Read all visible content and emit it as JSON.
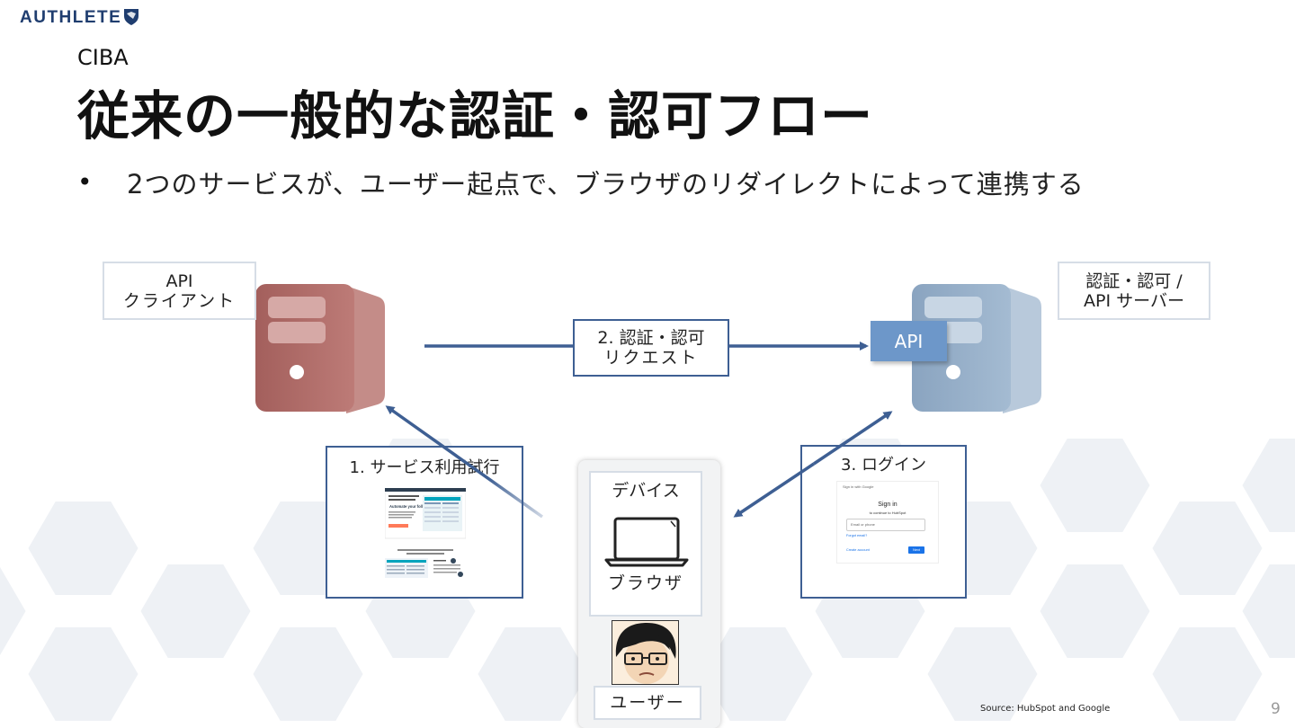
{
  "logo": {
    "text": "AUTHLETE"
  },
  "slide": {
    "kicker": "CIBA",
    "title": "従来の一般的な認証・認可フロー",
    "bullet_marker": "•",
    "bullet": "2つのサービスが、ユーザー起点で、ブラウザのリダイレクトによって連携する"
  },
  "nodes": {
    "client_line1": "API",
    "client_line2": "クライアント",
    "server_line1": "認証・認可 /",
    "server_line2": "API サーバー",
    "api_tag": "API",
    "request_line1": "2. 認証・認可",
    "request_line2": "リクエスト",
    "step1": "1. サービス利用試行",
    "step3": "3. ログイン",
    "device": "デバイス",
    "browser": "ブラウザ",
    "user": "ユーザー"
  },
  "login_mock": {
    "header": "Sign in with Google",
    "title": "Sign in",
    "subtitle": "to continue to HubSpot",
    "email_placeholder": "Email or phone",
    "forgot": "Forgot email?",
    "create": "Create account",
    "next": "Next"
  },
  "hubspot_mock": {
    "headline": "Automate your follow-ups"
  },
  "footer": {
    "source": "Source: HubSpot and Google",
    "page": "9"
  },
  "colors": {
    "brand": "#1f3d6f",
    "client_server": "#a35f5c",
    "auth_server": "#8fa9c4",
    "arrow": "#3e5f93",
    "api_tag": "#6d97c9"
  }
}
